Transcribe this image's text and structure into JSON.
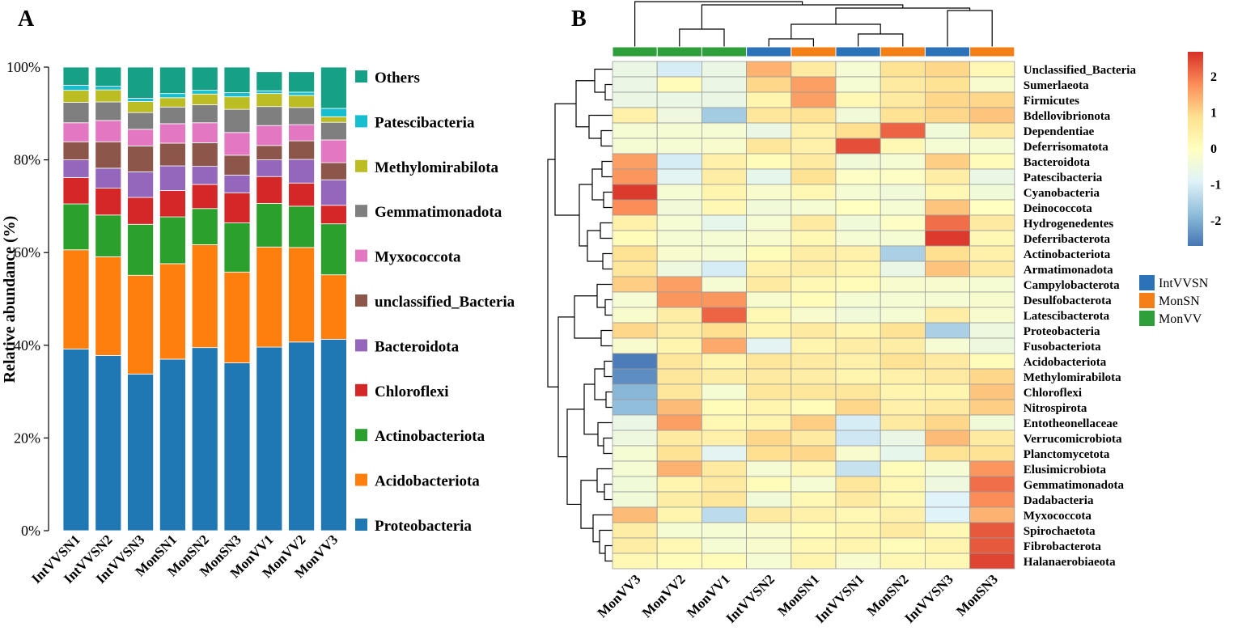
{
  "colors": {
    "Proteobacteria": "#1f77b4",
    "Acidobacteriota": "#ff7f0e",
    "Actinobacteriota": "#2ca02c",
    "Chloroflexi": "#d62728",
    "Bacteroidota": "#9467bd",
    "unclassified_Bacteria": "#8c564b",
    "Myxococcota": "#e377c2",
    "Gemmatimonadota": "#7f7f7f",
    "Methylomirabilota": "#bcbd22",
    "Patescibacteria": "#17becf",
    "Others": "#16a085"
  },
  "chart_data": [
    {
      "type": "bar",
      "stacked": true,
      "panel_label": "A",
      "ylabel": "Relative abundance (%)",
      "ylim": [
        0,
        100
      ],
      "yticks": [
        "0%",
        "20%",
        "40%",
        "60%",
        "80%",
        "100%"
      ],
      "categories": [
        "IntVVSN1",
        "IntVVSN2",
        "IntVVSN3",
        "MonSN1",
        "MonSN2",
        "MonSN3",
        "MonVV1",
        "MonVV2",
        "MonVV3"
      ],
      "legend_order": [
        "Others",
        "Patescibacteria",
        "Methylomirabilota",
        "Gemmatimonadota",
        "Myxococcota",
        "unclassified_Bacteria",
        "Bacteroidota",
        "Chloroflexi",
        "Actinobacteriota",
        "Acidobacteriota",
        "Proteobacteria"
      ],
      "series": [
        {
          "name": "Proteobacteria",
          "values": [
            39.2,
            37.8,
            33.8,
            37.0,
            39.5,
            36.2,
            39.6,
            40.7,
            41.3
          ]
        },
        {
          "name": "Acidobacteriota",
          "values": [
            21.4,
            21.3,
            21.3,
            20.6,
            22.2,
            19.6,
            21.6,
            20.4,
            13.9
          ]
        },
        {
          "name": "Actinobacteriota",
          "values": [
            9.9,
            9.0,
            11.0,
            10.1,
            7.8,
            10.6,
            9.4,
            8.9,
            11.0
          ]
        },
        {
          "name": "Chloroflexi",
          "values": [
            5.7,
            5.8,
            5.8,
            5.7,
            5.2,
            6.5,
            5.8,
            5.0,
            4.0
          ]
        },
        {
          "name": "Bacteroidota",
          "values": [
            3.8,
            4.3,
            5.5,
            5.3,
            3.9,
            3.8,
            3.6,
            5.1,
            5.5
          ]
        },
        {
          "name": "unclassified_Bacteria",
          "values": [
            3.9,
            5.7,
            5.6,
            4.9,
            5.1,
            4.3,
            3.1,
            4.0,
            3.7
          ]
        },
        {
          "name": "Myxococcota",
          "values": [
            4.1,
            4.6,
            3.6,
            4.2,
            4.3,
            4.9,
            4.3,
            3.5,
            4.9
          ]
        },
        {
          "name": "Gemmatimonadota",
          "values": [
            4.4,
            4.0,
            3.6,
            3.6,
            3.9,
            5.0,
            4.1,
            3.7,
            3.8
          ]
        },
        {
          "name": "Methylomirabilota",
          "values": [
            2.6,
            2.6,
            2.4,
            2.0,
            2.3,
            2.7,
            2.8,
            2.6,
            1.2
          ]
        },
        {
          "name": "Patescibacteria",
          "values": [
            1.1,
            0.8,
            0.7,
            0.9,
            0.8,
            0.9,
            0.6,
            0.7,
            1.8
          ]
        },
        {
          "name": "Others",
          "values": [
            3.9,
            4.1,
            6.7,
            5.7,
            5.0,
            5.5,
            4.1,
            4.4,
            8.9
          ]
        }
      ]
    },
    {
      "type": "heatmap",
      "panel_label": "B",
      "columns": [
        "MonVV3",
        "MonVV2",
        "MonVV1",
        "IntVVSN2",
        "MonSN1",
        "IntVVSN1",
        "MonSN2",
        "IntVVSN3",
        "MonSN3"
      ],
      "column_groups": [
        "MonVV",
        "MonVV",
        "MonVV",
        "IntVVSN",
        "MonSN",
        "IntVVSN",
        "MonSN",
        "IntVVSN",
        "MonSN"
      ],
      "rows": [
        "Unclassified_Bacteria",
        "Sumerlaeota",
        "Firmicutes",
        "Bdellovibrionota",
        "Dependentiae",
        "Deferrisomatota",
        "Bacteroidota",
        "Patescibacteria",
        "Cyanobacteria",
        "Deinococcota",
        "Hydrogenedentes",
        "Deferribacterota",
        "Actinobacteriota",
        "Armatimonadota",
        "Campylobacterota",
        "Desulfobacterota",
        "Latescibacterota",
        "Proteobacteria",
        "Fusobacteriota",
        "Acidobacteriota",
        "Methylomirabilota",
        "Chloroflexi",
        "Nitrospirota",
        "Entotheonellaceae",
        "Verrucomicrobiota",
        "Planctomycetota",
        "Elusimicrobiota",
        "Gemmatimonadota",
        "Dadabacteria",
        "Myxococcota",
        "Spirochaetota",
        "Fibrobacterota",
        "Halanaerobiaeota"
      ],
      "values": [
        [
          -0.6,
          -1.0,
          -0.6,
          1.4,
          0.6,
          -0.3,
          0.8,
          1.0,
          0.2
        ],
        [
          -0.6,
          0.1,
          -0.6,
          1.0,
          1.6,
          -0.3,
          0.6,
          0.8,
          -0.2
        ],
        [
          -0.6,
          -0.6,
          -0.6,
          0.3,
          1.6,
          0.2,
          0.6,
          1.0,
          1.0
        ],
        [
          0.4,
          -0.5,
          -1.6,
          0.7,
          0.8,
          -0.4,
          0.8,
          1.0,
          1.2
        ],
        [
          -0.3,
          -0.3,
          -0.3,
          -0.6,
          0.4,
          0.9,
          2.2,
          -0.4,
          0.6
        ],
        [
          -0.3,
          -0.3,
          -0.2,
          0.7,
          0.4,
          2.4,
          0.2,
          -0.3,
          -0.3
        ],
        [
          1.6,
          -1.0,
          0.4,
          0.1,
          0.6,
          -0.4,
          -0.3,
          1.1,
          0.1
        ],
        [
          1.7,
          -0.8,
          0.5,
          -0.7,
          0.8,
          -0.1,
          -0.1,
          0.5,
          -0.6
        ],
        [
          2.6,
          -0.3,
          0.3,
          -0.2,
          0.2,
          -0.3,
          -0.4,
          0.2,
          -0.4
        ],
        [
          1.8,
          -0.4,
          0.2,
          -0.4,
          -0.3,
          0.0,
          -0.3,
          1.2,
          0.0
        ],
        [
          0.4,
          -0.3,
          -0.7,
          -0.3,
          0.6,
          -0.4,
          -0.1,
          2.1,
          0.6
        ],
        [
          0.1,
          -0.3,
          -0.3,
          -0.2,
          0.2,
          -0.3,
          -0.3,
          2.6,
          0.2
        ],
        [
          0.8,
          -0.2,
          -0.3,
          0.1,
          0.5,
          0.4,
          -1.5,
          0.9,
          0.4
        ],
        [
          0.7,
          -0.5,
          -1.0,
          0.4,
          0.5,
          0.3,
          -0.6,
          1.2,
          0.6
        ],
        [
          1.1,
          1.6,
          -0.3,
          0.6,
          0.2,
          0.1,
          -0.2,
          -0.2,
          -0.3
        ],
        [
          -0.3,
          1.7,
          1.7,
          -0.2,
          0.1,
          -0.3,
          -0.3,
          -0.3,
          -0.2
        ],
        [
          -0.2,
          0.5,
          2.2,
          0.2,
          -0.2,
          -0.4,
          -0.3,
          0.5,
          -0.2
        ],
        [
          1.0,
          0.5,
          0.9,
          0.3,
          0.6,
          0.3,
          0.8,
          -1.5,
          -0.5
        ],
        [
          -0.2,
          0.3,
          1.5,
          -0.8,
          0.3,
          0.5,
          0.5,
          -0.3,
          -0.5
        ],
        [
          -2.6,
          0.7,
          0.3,
          0.7,
          0.6,
          0.4,
          0.8,
          0.6,
          0.1
        ],
        [
          -2.4,
          0.7,
          0.5,
          0.6,
          0.5,
          0.3,
          0.4,
          0.6,
          1.0
        ],
        [
          -1.9,
          0.7,
          -0.3,
          0.7,
          0.7,
          0.7,
          0.3,
          0.3,
          1.2
        ],
        [
          -1.8,
          1.3,
          0.1,
          0.3,
          0.1,
          1.0,
          0.4,
          0.6,
          1.1
        ],
        [
          -0.6,
          1.6,
          0.2,
          0.3,
          1.1,
          -1.0,
          0.6,
          1.0,
          -0.4
        ],
        [
          -0.5,
          0.6,
          0.4,
          1.0,
          0.6,
          -1.1,
          -0.6,
          1.3,
          0.6
        ],
        [
          -0.3,
          0.8,
          -0.8,
          0.9,
          1.0,
          -0.2,
          -0.7,
          0.8,
          0.8
        ],
        [
          -0.3,
          1.4,
          0.6,
          -0.3,
          0.2,
          -1.2,
          0.1,
          -0.3,
          1.7
        ],
        [
          -0.4,
          0.3,
          0.6,
          0.1,
          -0.3,
          0.7,
          0.2,
          -0.5,
          2.1
        ],
        [
          -0.4,
          0.5,
          0.7,
          -0.4,
          0.2,
          0.6,
          0.2,
          -0.9,
          1.8
        ],
        [
          1.3,
          0.3,
          -1.3,
          0.6,
          0.4,
          0.2,
          0.4,
          -0.9,
          1.4
        ],
        [
          0.5,
          -0.3,
          -0.3,
          -0.2,
          0.1,
          0.3,
          0.6,
          0.2,
          2.3
        ],
        [
          0.5,
          0.2,
          -0.3,
          -0.2,
          0.2,
          0.3,
          0.1,
          0.3,
          2.3
        ],
        [
          0.2,
          0.1,
          0.1,
          -0.3,
          0.3,
          -0.2,
          0.2,
          0.2,
          2.5
        ]
      ],
      "colorbar_ticks": [
        "2",
        "1",
        "0",
        "-1",
        "-2"
      ],
      "colorbar_range": [
        -2.7,
        2.7
      ],
      "colorbar_stops": [
        "#4575b4",
        "#91bfdb",
        "#e0f3f8",
        "#ffffbf",
        "#fee090",
        "#fc8d59",
        "#d73027"
      ],
      "group_legend": [
        {
          "name": "IntVVSN",
          "color": "#2b72b8"
        },
        {
          "name": "MonSN",
          "color": "#f57f17"
        },
        {
          "name": "MonVV",
          "color": "#2e9f3a"
        }
      ],
      "row_dendrogram_order_note_omitted": true
    }
  ]
}
